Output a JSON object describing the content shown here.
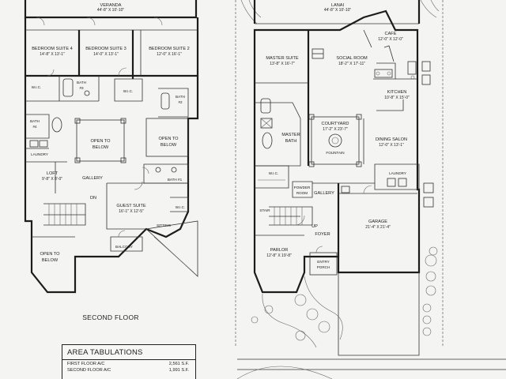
{
  "second_floor": {
    "title": "SECOND FLOOR",
    "rooms": {
      "veranda": {
        "name": "VERANDA",
        "dims": "44'-8\" X 10'-10\""
      },
      "bed4": {
        "name": "BEDROOM SUITE 4",
        "dims": "14'-8\" X 13'-1\""
      },
      "bed3": {
        "name": "BEDROOM SUITE 3",
        "dims": "14'-0\" X 13'-1\""
      },
      "bed2": {
        "name": "BEDROOM SUITE 2",
        "dims": "12'-0\" X 16'-1\""
      },
      "wic_a": {
        "name": "W.I.C."
      },
      "bath3": {
        "name": "BATH",
        "num": "#3"
      },
      "wic_b": {
        "name": "W.I.C."
      },
      "bath2": {
        "name": "BATH",
        "num": "#2"
      },
      "bath4": {
        "name": "BATH",
        "num": "#4"
      },
      "laundry": {
        "name": "LAUNDRY"
      },
      "open1": {
        "name": "OPEN TO",
        "line2": "BELOW"
      },
      "open2": {
        "name": "OPEN TO",
        "line2": "BELOW"
      },
      "loft": {
        "name": "LOFT",
        "dims": "9'-8\" X 8'-0\""
      },
      "gallery": {
        "name": "GALLERY"
      },
      "bath1": {
        "name": "BATH #1"
      },
      "dn": {
        "name": "DN"
      },
      "guest": {
        "name": "GUEST SUITE",
        "dims": "16'-1\" X 12'-5\""
      },
      "wic_c": {
        "name": "W.I.C."
      },
      "sitting": {
        "name": "SITTING"
      },
      "open3": {
        "name": "OPEN TO",
        "line2": "BELOW"
      },
      "balcony": {
        "name": "BALCONY"
      }
    }
  },
  "first_floor": {
    "rooms": {
      "lanai": {
        "name": "LANAI",
        "dims": "44'-8\" X 10'-10\""
      },
      "cafe": {
        "name": "CAFE",
        "dims": "12'-0\" X 12'-0\""
      },
      "master": {
        "name": "MASTER SUITE",
        "dims": "13'-8\" X 16'-7\""
      },
      "social": {
        "name": "SOCIAL ROOM",
        "dims": "18'-2\" X 17'-11\""
      },
      "kitchen": {
        "name": "KITCHEN",
        "dims": "10'-8\" X 15'-0\""
      },
      "courtyard": {
        "name": "COURTYARD",
        "dims": "17'-2\" X 23'-7\"",
        "feature": "FOUNTAIN"
      },
      "masterbath": {
        "name": "MASTER",
        "line2": "BATH"
      },
      "dining": {
        "name": "DINING SALON",
        "dims": "12'-0\" X 13'-1\""
      },
      "wic": {
        "name": "W.I.C."
      },
      "laundry": {
        "name": "LAUNDRY"
      },
      "powder": {
        "name": "POWDER",
        "line2": "ROOM"
      },
      "gallery": {
        "name": "GALLERY"
      },
      "stair": {
        "name": "STAIR"
      },
      "up": {
        "name": "UP"
      },
      "foyer": {
        "name": "FOYER"
      },
      "garage": {
        "name": "GARAGE",
        "dims": "21'-4\" X 21'-4\""
      },
      "parlor": {
        "name": "PARLOR",
        "dims": "12'-8\" X 19'-8\""
      },
      "entry": {
        "name": "ENTRY",
        "line2": "PORCH"
      }
    }
  },
  "area_tabulations": {
    "title": "AREA TABULATIONS",
    "rows": [
      {
        "label": "FIRST FLOOR A/C",
        "value": "2,561 S.F."
      },
      {
        "label": "SECOND FLOOR A/C",
        "value": "1,991 S.F."
      }
    ]
  }
}
